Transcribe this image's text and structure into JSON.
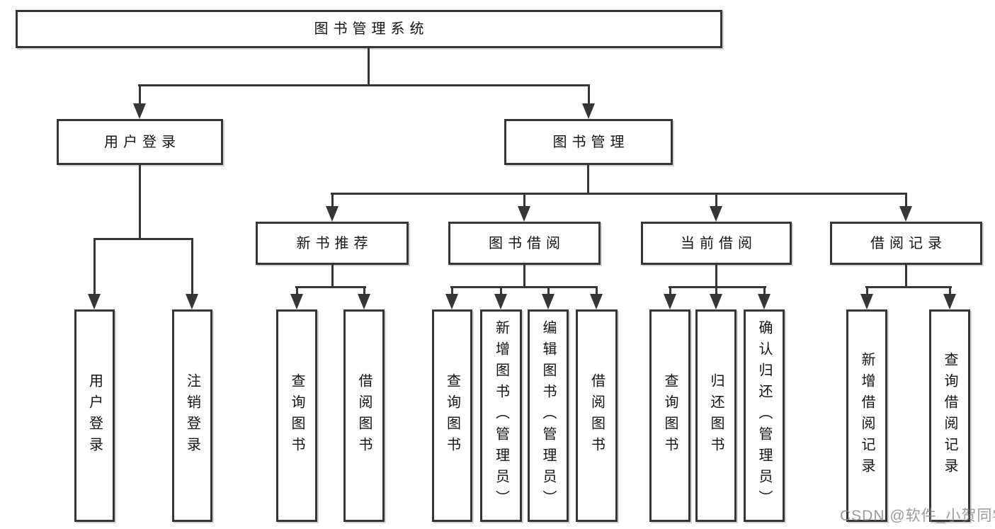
{
  "tree": {
    "label": "图书管理系统",
    "children": [
      {
        "label": "用户登录",
        "children": [
          {
            "label": "用户登录"
          },
          {
            "label": "注销登录"
          }
        ]
      },
      {
        "label": "图书管理",
        "children": [
          {
            "label": "新书推荐",
            "children": [
              {
                "label": "查询图书"
              },
              {
                "label": "借阅图书"
              }
            ]
          },
          {
            "label": "图书借阅",
            "children": [
              {
                "label": "查询图书"
              },
              {
                "label": "新增图书（管理员）"
              },
              {
                "label": "编辑图书（管理员）"
              },
              {
                "label": "借阅图书"
              }
            ]
          },
          {
            "label": "当前借阅",
            "children": [
              {
                "label": "查询图书"
              },
              {
                "label": "归还图书"
              },
              {
                "label": "确认归还（管理员）"
              }
            ]
          },
          {
            "label": "借阅记录",
            "children": [
              {
                "label": "新增借阅记录"
              },
              {
                "label": "查询借阅记录"
              }
            ]
          }
        ]
      }
    ]
  },
  "watermark": "CSDN @软件_小贺同学",
  "colors": {
    "line": "#363636",
    "box_border": "#363636",
    "text": "#141414",
    "watermark": "#828282",
    "background": "#ffffff"
  }
}
